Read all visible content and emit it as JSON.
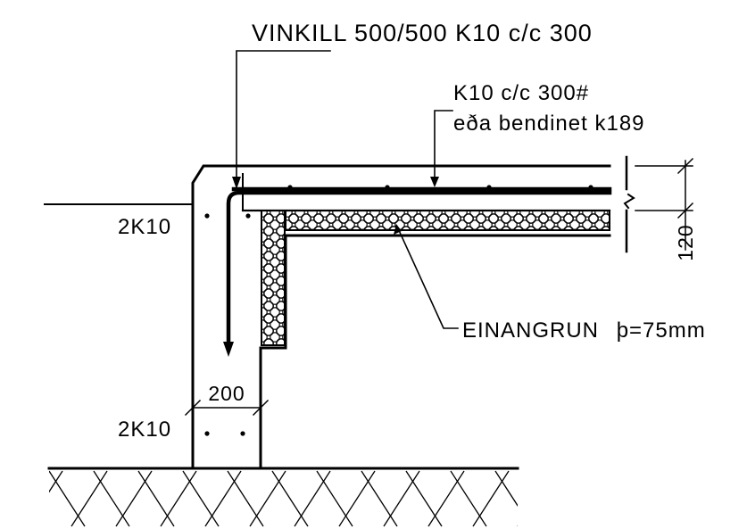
{
  "labels": {
    "vinkill": "VINKILL 500/500 K10 c/c 300",
    "k10_top": "K10 c/c 300#",
    "bendinet": "eða bendinet k189",
    "einangrun": "EINANGRUN",
    "einangrun_thickness": "þ=75mm",
    "dim_120": "120",
    "dim_200": "200",
    "rebar_upper": "2K10",
    "rebar_lower": "2K10"
  },
  "colors": {
    "ink": "#000000",
    "paper": "#ffffff"
  }
}
